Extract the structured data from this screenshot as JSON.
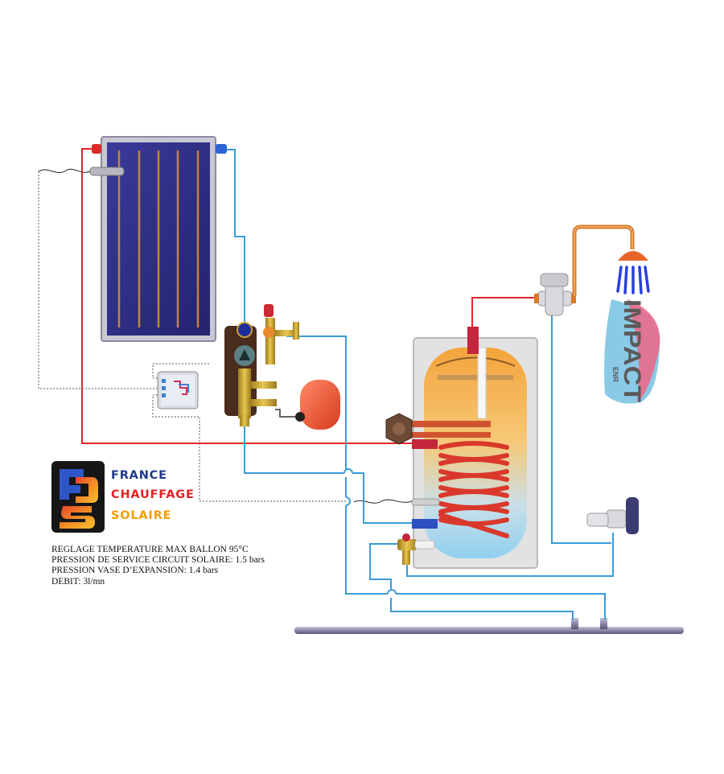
{
  "colors": {
    "hot_pipe": "#e3262b",
    "cold_pipe": "#3a9bd8",
    "sensor_line": "#555555",
    "copper": "#d7792a",
    "panel": "#2e2e87",
    "brand_blue": "#1e3a8a",
    "brand_red": "#e02424",
    "brand_orange": "#f59e0b",
    "impact_blue": "#7dc4e4",
    "impact_pink": "#e86a8a"
  },
  "brand": {
    "france": "FRANCE",
    "chauffage": "CHAUFFAGE",
    "solaire": "SOLAIRE"
  },
  "impact_logo": {
    "main": "IMPACT",
    "sub": "ENR"
  },
  "specs": {
    "line1": "REGLAGE TEMPERATURE MAX BALLON 95°C",
    "line2": "PRESSION DE SERVICE CIRCUIT SOLAIRE: 1.5 bars",
    "line3": "PRESSION VASE D’EXPANSION: 1.4 bars",
    "line4": "DEBIT: 3l/mn"
  },
  "icons": [
    "solar-collector-icon",
    "pump-station-icon",
    "expansion-vessel-icon",
    "controller-icon",
    "storage-tank-icon",
    "shower-icon",
    "mixing-valve-icon",
    "safety-group-icon"
  ]
}
